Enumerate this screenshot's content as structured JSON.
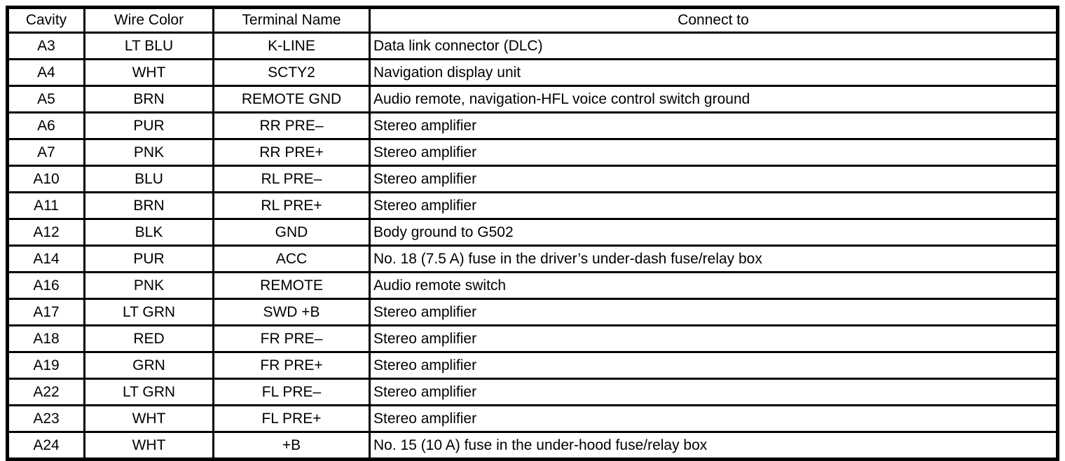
{
  "table": {
    "columns": [
      "Cavity",
      "Wire Color",
      "Terminal Name",
      "Connect to"
    ],
    "rows": [
      [
        "A3",
        "LT BLU",
        "K-LINE",
        "Data link connector (DLC)"
      ],
      [
        "A4",
        "WHT",
        "SCTY2",
        "Navigation display unit"
      ],
      [
        "A5",
        "BRN",
        "REMOTE GND",
        "Audio remote, navigation-HFL voice control switch ground"
      ],
      [
        "A6",
        "PUR",
        "RR PRE–",
        "Stereo amplifier"
      ],
      [
        "A7",
        "PNK",
        "RR PRE+",
        "Stereo amplifier"
      ],
      [
        "A10",
        "BLU",
        "RL PRE–",
        "Stereo amplifier"
      ],
      [
        "A11",
        "BRN",
        "RL PRE+",
        "Stereo amplifier"
      ],
      [
        "A12",
        "BLK",
        "GND",
        "Body ground to G502"
      ],
      [
        "A14",
        "PUR",
        "ACC",
        "No. 18 (7.5 A) fuse in the driver’s under-dash fuse/relay box"
      ],
      [
        "A16",
        "PNK",
        "REMOTE",
        "Audio remote switch"
      ],
      [
        "A17",
        "LT GRN",
        "SWD +B",
        "Stereo amplifier"
      ],
      [
        "A18",
        "RED",
        "FR PRE–",
        "Stereo amplifier"
      ],
      [
        "A19",
        "GRN",
        "FR PRE+",
        "Stereo amplifier"
      ],
      [
        "A22",
        "LT GRN",
        "FL PRE–",
        "Stereo amplifier"
      ],
      [
        "A23",
        "WHT",
        "FL PRE+",
        "Stereo amplifier"
      ],
      [
        "A24",
        "WHT",
        "+B",
        "No. 15 (10 A) fuse in the under-hood fuse/relay box"
      ]
    ]
  }
}
